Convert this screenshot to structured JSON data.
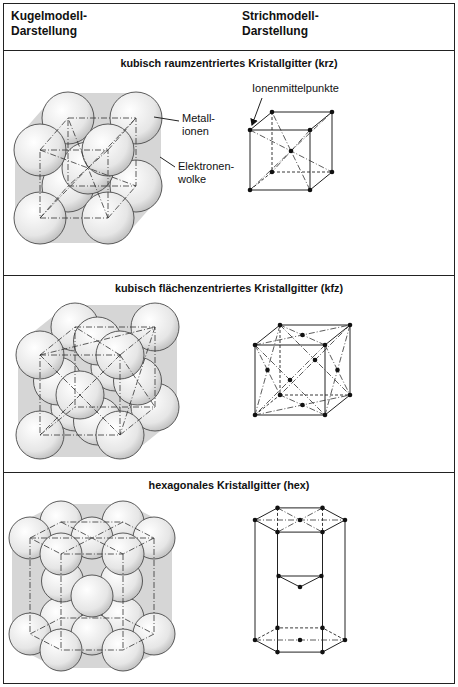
{
  "diagram": {
    "nodes": [
      {
        "text": [
          "Kugelmodell- Darstellung"
        ]
      },
      {
        "text": [
          "Strichmodell- Darstellung"
        ]
      },
      {
        "text": [
          "kubisch raumzentriertes Kristallgitter (krz)"
        ]
      },
      {
        "text": [
          "kubisch flächenzentriertes Kristallgitter (kfz)"
        ]
      },
      {
        "text": [
          "hexagonales Kristallgitter (hex)"
        ]
      }
    ],
    "labels": [
      "Ionenmittelpunkte",
      "Metall- ionen",
      "Elektronen- wolke"
    ]
  }
}
